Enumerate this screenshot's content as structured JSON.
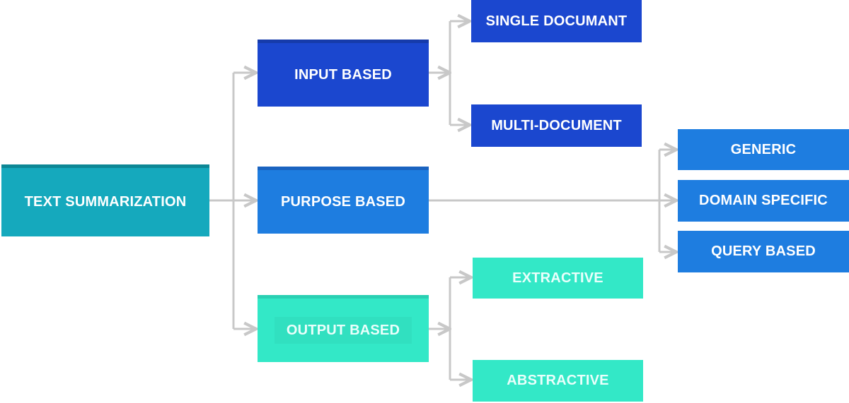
{
  "root": {
    "label": "TEXT SUMMARIZATION"
  },
  "categories": {
    "input": {
      "label": "INPUT BASED"
    },
    "purpose": {
      "label": "PURPOSE BASED"
    },
    "output": {
      "label": "OUTPUT BASED"
    }
  },
  "input_children": {
    "single": {
      "label": "SINGLE DOCUMANT"
    },
    "multi": {
      "label": "MULTI-DOCUMENT"
    }
  },
  "purpose_children": {
    "generic": {
      "label": "GENERIC"
    },
    "domain": {
      "label": "DOMAIN SPECIFIC"
    },
    "query": {
      "label": "QUERY BASED"
    }
  },
  "output_children": {
    "extractive": {
      "label": "EXTRACTIVE"
    },
    "abstractive": {
      "label": "ABSTRACTIVE"
    }
  },
  "colors": {
    "root": "#15a9bd",
    "input_group": "#1b47cf",
    "purpose_group": "#1e7de0",
    "output_group": "#33e8c7",
    "connector": "#c8c8c8"
  }
}
